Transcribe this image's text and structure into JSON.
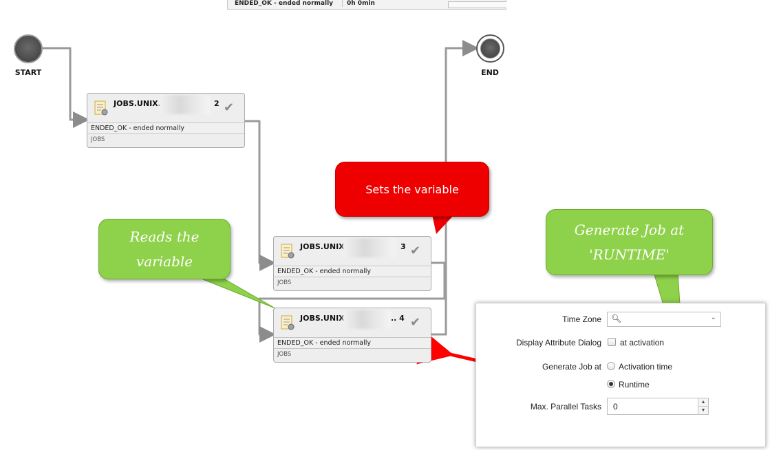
{
  "top_status": {
    "status": "ENDED_OK - ended normally",
    "duration": "0h 0min"
  },
  "flow": {
    "start_label": "START",
    "end_label": "END",
    "jobs": [
      {
        "title": "JOBS.UNIX.",
        "number": "2",
        "status": "ENDED_OK - ended normally",
        "folder": "JOBS"
      },
      {
        "title": "JOBS.UNIX",
        "number": "3",
        "status": "ENDED_OK - ended normally",
        "folder": "JOBS"
      },
      {
        "title": "JOBS.UNIX",
        "number": "..  4",
        "status": "ENDED_OK - ended normally",
        "folder": "JOBS"
      }
    ]
  },
  "callouts": {
    "sets": "Sets the variable",
    "reads_line1": "Reads the",
    "reads_line2": "variable",
    "generate_line1": "Generate Job at",
    "generate_line2": "'RUNTIME'"
  },
  "settings": {
    "time_zone_label": "Time Zone",
    "time_zone_value": "",
    "display_attr_label": "Display Attribute Dialog",
    "at_activation_label": "at activation",
    "at_activation_checked": false,
    "generate_job_label": "Generate Job at",
    "activation_time_label": "Activation time",
    "runtime_label": "Runtime",
    "generate_job_selected": "Runtime",
    "max_parallel_label": "Max. Parallel Tasks",
    "max_parallel_value": "0"
  },
  "colors": {
    "red_callout": "#ee0000",
    "green_callout": "#8ed14a",
    "arrow_red": "#ff0000"
  },
  "icons": [
    "job-icon",
    "checkmark-icon",
    "search-icon",
    "chevron-down-icon",
    "spinner-up-icon",
    "spinner-down-icon"
  ]
}
